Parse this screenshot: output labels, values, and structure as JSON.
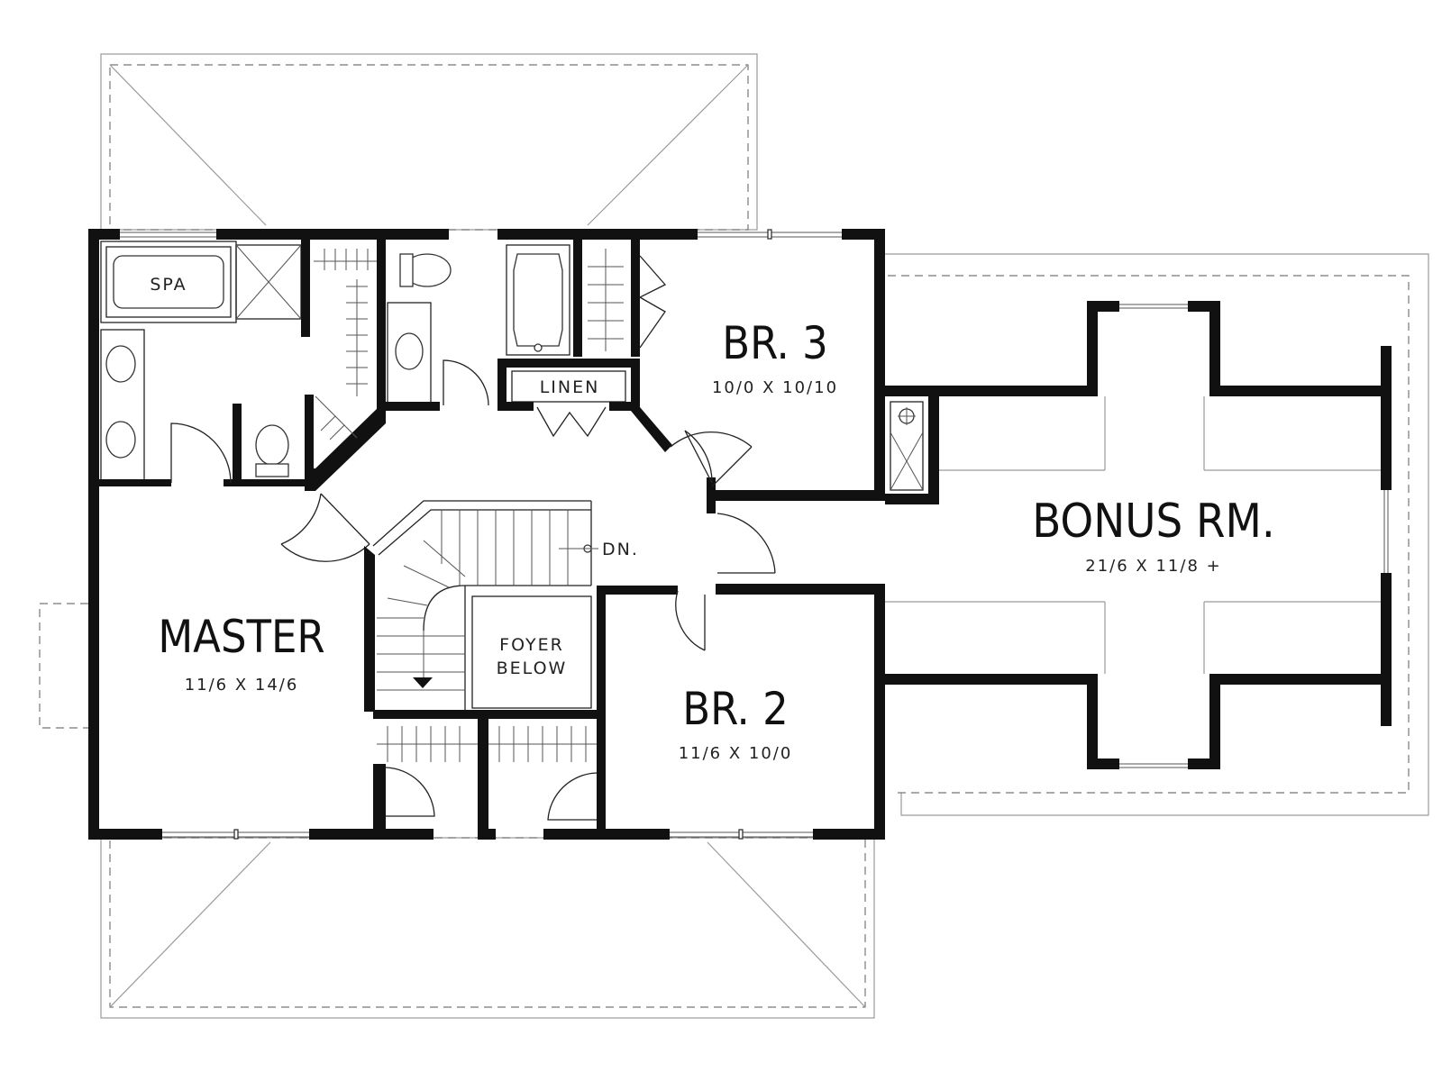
{
  "rooms": {
    "master": {
      "name": "MASTER",
      "dims": "11/6 X 14/6"
    },
    "br3": {
      "name": "BR. 3",
      "dims": "10/0 X 10/10"
    },
    "br2": {
      "name": "BR. 2",
      "dims": "11/6 X 10/0"
    },
    "bonus": {
      "name": "BONUS RM.",
      "dims": "21/6 X 11/8 +"
    }
  },
  "labels": {
    "spa": "SPA",
    "linen": "LINEN",
    "stairs_down": "DN.",
    "foyer_line1": "FOYER",
    "foyer_line2": "BELOW"
  }
}
